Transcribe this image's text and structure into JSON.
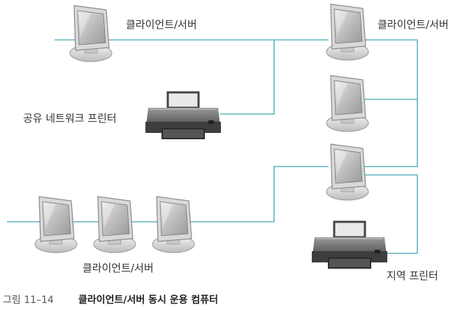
{
  "labels": {
    "client_server_top_left": "클라이언트/서버",
    "client_server_top_right": "클라이언트/서버",
    "client_server_bottom": "클라이언트/서버",
    "shared_printer": "공유 네트워크 프린터",
    "local_printer": "지역 프린터"
  },
  "caption": {
    "number": "그림 11–14",
    "title": "클라이언트/서버 동시 운용 컴퓨터"
  },
  "colors": {
    "network_line": "#5fb3bf"
  }
}
